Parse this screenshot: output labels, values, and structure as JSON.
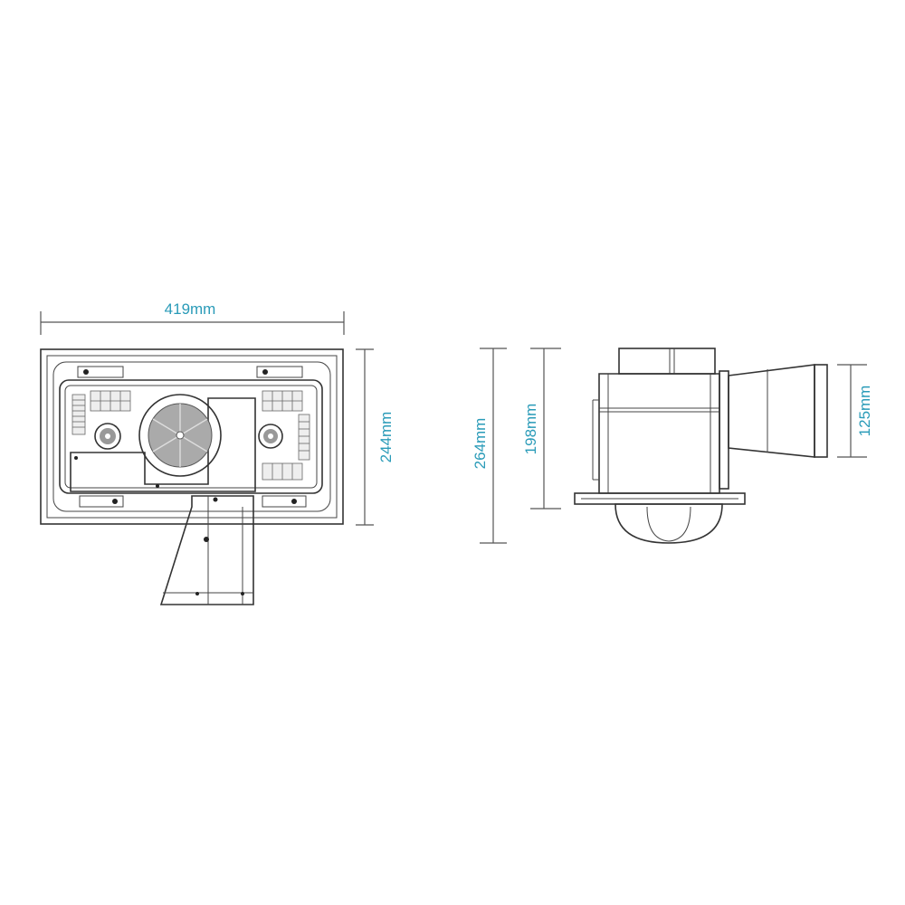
{
  "dimensions": {
    "width": "419mm",
    "front_height": "244mm",
    "total_height": "264mm",
    "body_height": "198mm",
    "duct_diameter": "125mm"
  },
  "colors": {
    "dimension_text": "#2a9bb8",
    "lines": "#333333"
  }
}
